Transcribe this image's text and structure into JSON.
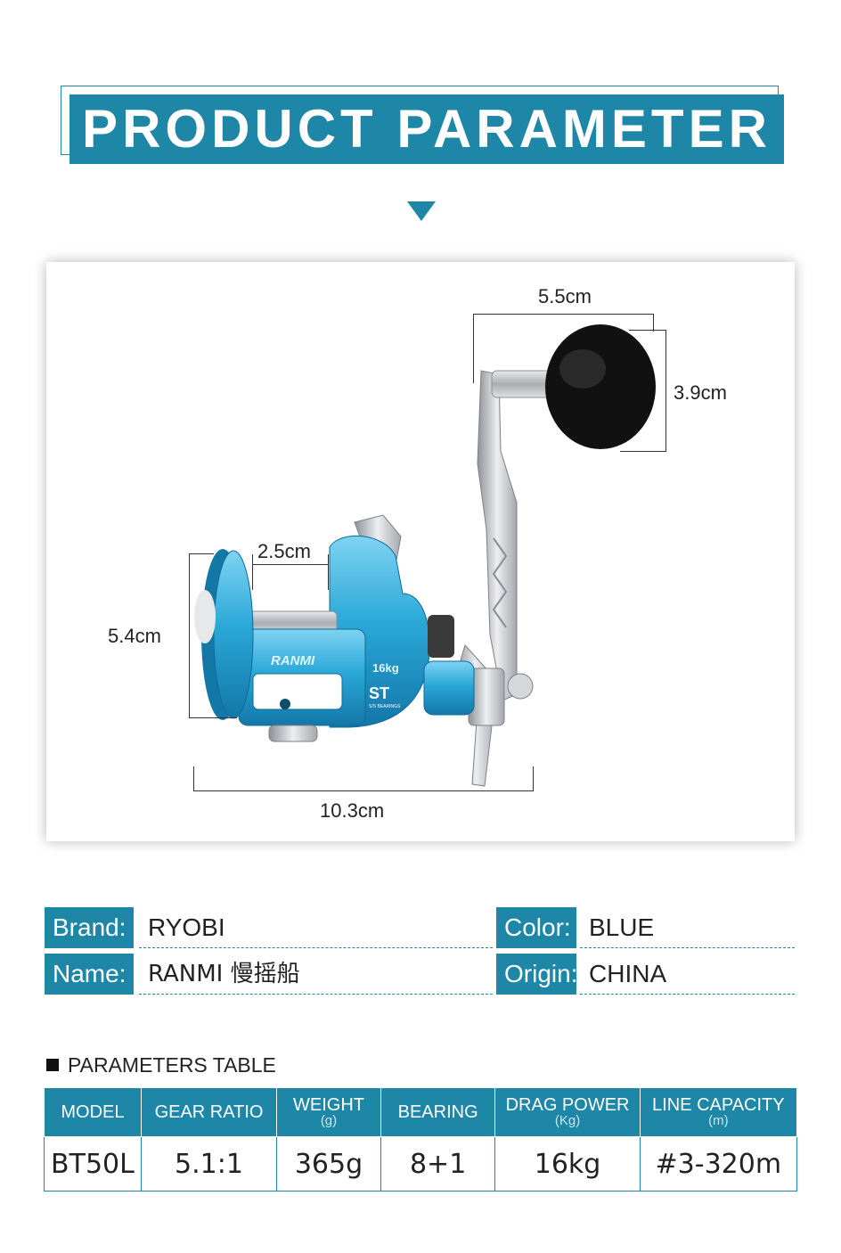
{
  "header": {
    "title": "PRODUCT PARAMETER"
  },
  "colors": {
    "accent": "#1e86a6",
    "reel_blue": "#2aa8d8",
    "handle_silver": "#c9ccd0"
  },
  "dimensions": {
    "handle_length": "5.5cm",
    "knob_height": "3.9cm",
    "spool_width": "2.5cm",
    "body_height": "5.4cm",
    "body_length": "10.3cm"
  },
  "product_image": {
    "reel_logo": "RANMI",
    "reel_badge": "ST",
    "reel_badge_sub": "S/S BEARINGS",
    "reel_drag": "16kg"
  },
  "info": {
    "brand_label": "Brand:",
    "brand_value": "RYOBI",
    "color_label": "Color:",
    "color_value": "BLUE",
    "name_label": "Name:",
    "name_value": "RANMI 慢摇船",
    "origin_label": "Origin:",
    "origin_value": "CHINA"
  },
  "table": {
    "title": "PARAMETERS TABLE",
    "headers": [
      {
        "label": "MODEL",
        "unit": ""
      },
      {
        "label": "GEAR RATIO",
        "unit": ""
      },
      {
        "label": "WEIGHT",
        "unit": "(g)"
      },
      {
        "label": "BEARING",
        "unit": ""
      },
      {
        "label": "DRAG POWER",
        "unit": "(Kg)"
      },
      {
        "label": "LINE CAPACITY",
        "unit": "(m)"
      }
    ],
    "row": [
      "BT50L",
      "5.1:1",
      "365g",
      "8+1",
      "16kg",
      "#3-320m"
    ]
  }
}
